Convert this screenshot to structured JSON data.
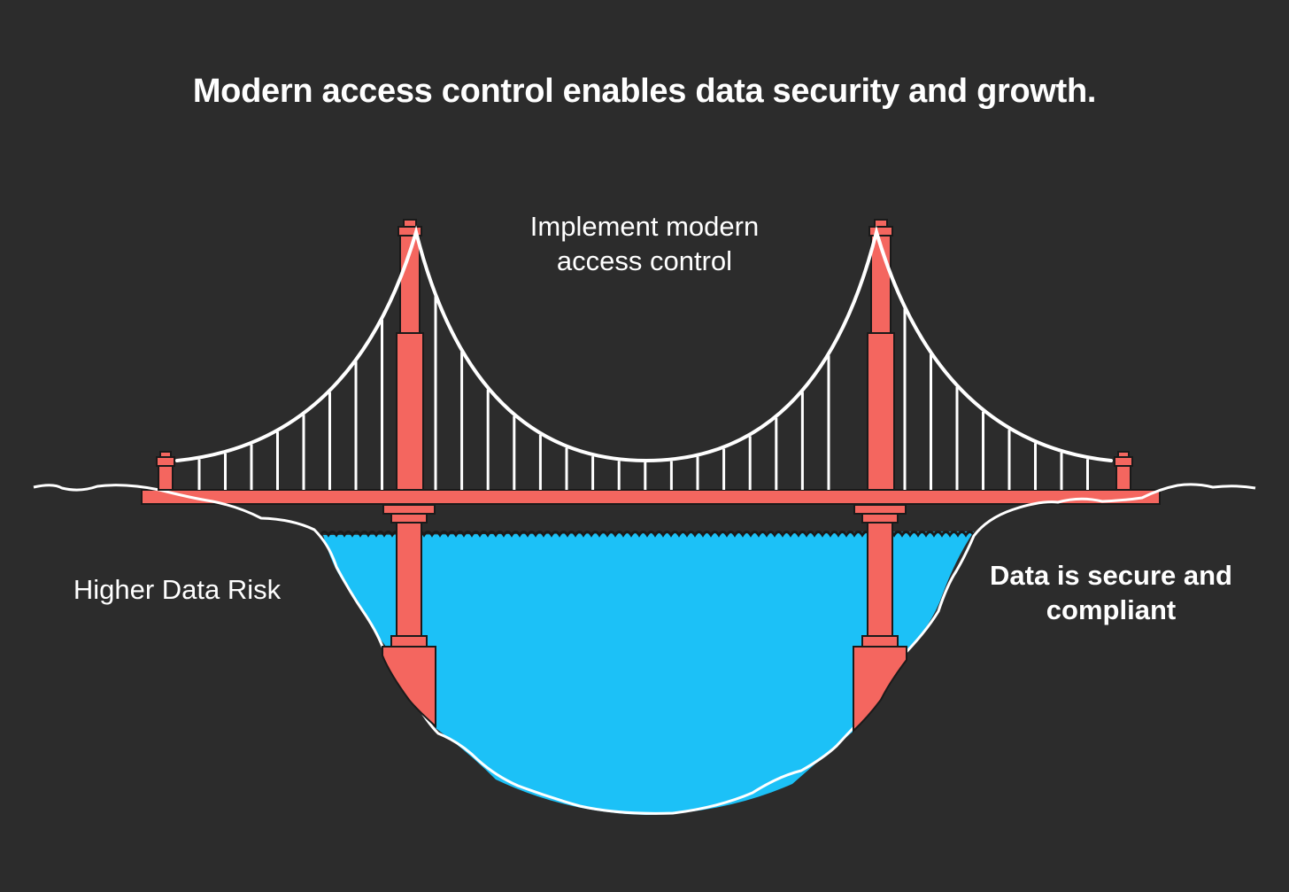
{
  "title": "Modern access control enables data security and growth.",
  "bridge_label": "Implement modern access control",
  "left_bank_label": "Higher Data Risk",
  "right_bank_label": "Data is secure and compliant",
  "colors": {
    "background": "#2c2c2c",
    "bridge": "#f4665f",
    "water": "#1cc1f7",
    "cable": "#ffffff"
  }
}
